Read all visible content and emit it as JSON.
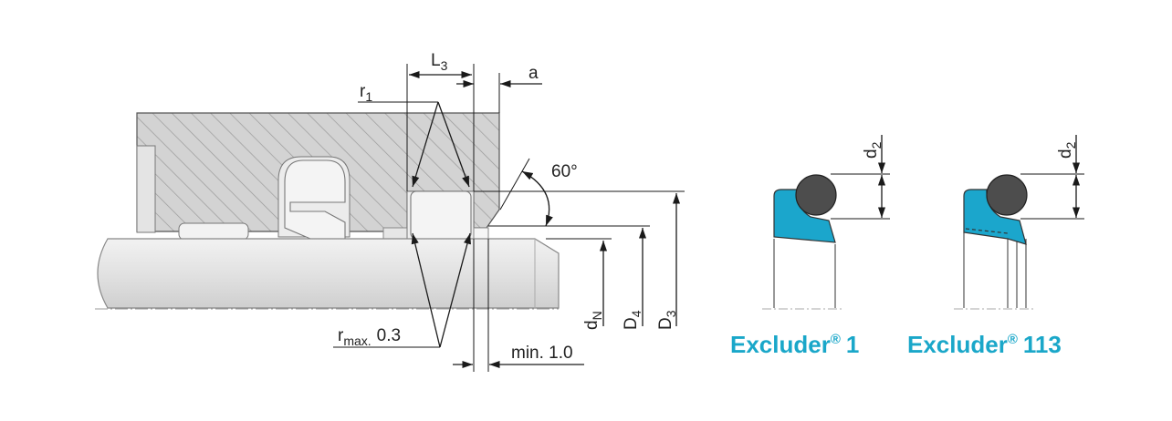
{
  "labels": {
    "l3": "L",
    "l3_sub": "3",
    "a": "a",
    "r1": "r",
    "r1_sub": "1",
    "angle": "60°",
    "rmax": "r",
    "rmax_sub": "max.",
    "rmax_value": "0.3",
    "min": "min. 1.0",
    "dn": "d",
    "dn_sub": "N",
    "d4": "D",
    "d4_sub": "4",
    "d3": "D",
    "d3_sub": "3",
    "d2_left": "d",
    "d2_left_sub": "2",
    "d2_right": "d",
    "d2_right_sub": "2"
  },
  "products": [
    {
      "name": "Excluder",
      "mark": "®",
      "number": "1"
    },
    {
      "name": "Excluder",
      "mark": "®",
      "number": "113"
    }
  ],
  "colors": {
    "brand": "#1aa7c9",
    "seal_blue": "#1ba6cc",
    "oring": "#4d4d4d",
    "housing_fill": "#d2d2d2",
    "rod_fill": "#e3e3e3"
  }
}
